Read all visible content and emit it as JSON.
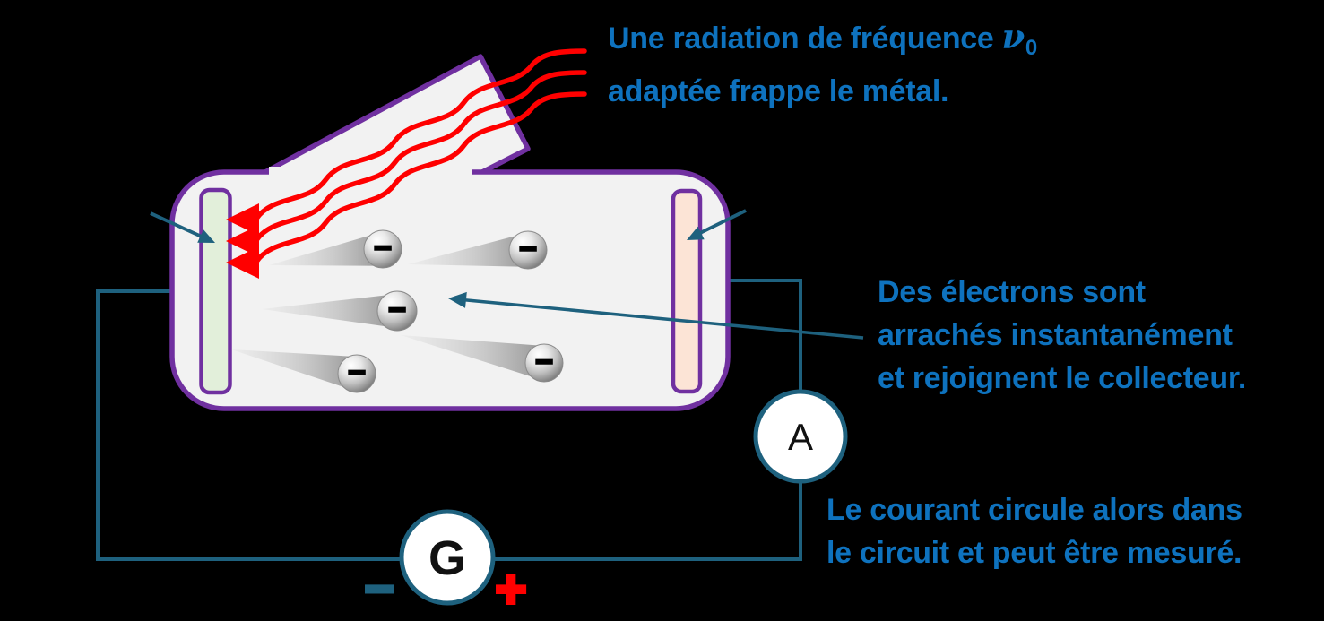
{
  "colors": {
    "background": "#000000",
    "tube_outline": "#7030A0",
    "tube_fill": "#F2F2F2",
    "emitter_plate_fill": "#E2EFDA",
    "collector_plate_fill": "#FCE4D6",
    "radiation_red": "#FF0000",
    "wire_teal": "#1E617E",
    "annotation_blue": "#0E72BE"
  },
  "annotations": {
    "radiation": {
      "line1_prefix": "Une radiation de fréquence",
      "frequency_symbol": "ν",
      "frequency_subscript": "0",
      "line2": "adaptée frappe le métal."
    },
    "electrons": {
      "line1": "Des électrons sont",
      "line2": "arrachés instantanément",
      "line3": "et rejoignent le collecteur."
    },
    "current": {
      "line1": "Le courant circule alors dans",
      "line2": "le circuit et peut être mesuré."
    }
  },
  "circuit": {
    "ammeter_label": "A",
    "generator_label": "G",
    "generator_minus": "−",
    "generator_plus": "+"
  },
  "tube": {
    "electron_charge": "−"
  }
}
